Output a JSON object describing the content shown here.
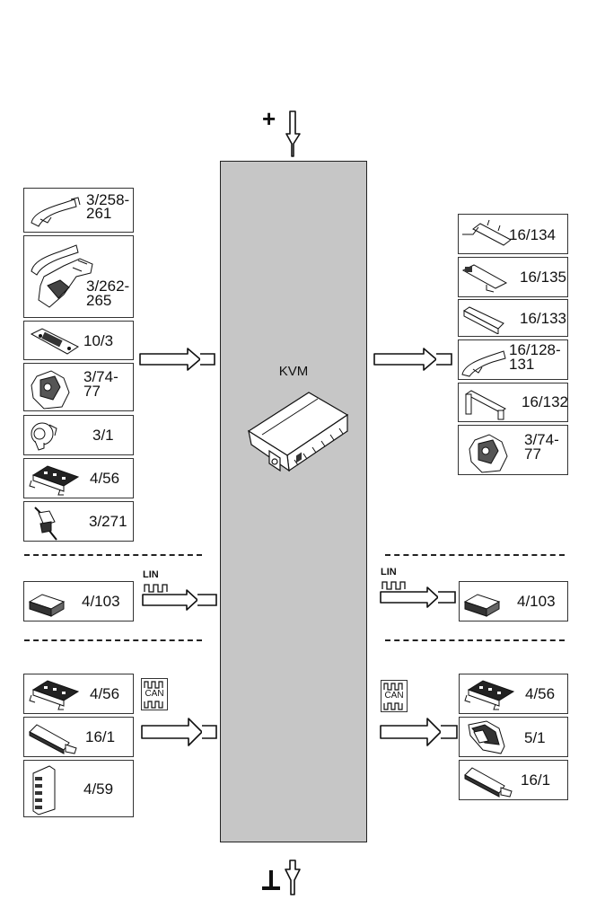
{
  "diagram": {
    "title": "KVM",
    "power": {
      "supply_symbol": "+",
      "ground_symbol": "⊥"
    },
    "left_inputs": {
      "discrete": [
        {
          "label_line1": "3/258-",
          "label_line2": "261",
          "icon": "door-handle-icon"
        },
        {
          "label_line1": "3/262-",
          "label_line2": "265",
          "icon": "door-handle-lock-icon"
        },
        {
          "label_line1": "10/3",
          "label_line2": "",
          "icon": "switch-panel-icon"
        },
        {
          "label_line1": "3/74-",
          "label_line2": "77",
          "icon": "door-lock-actuator-icon"
        },
        {
          "label_line1": "3/1",
          "label_line2": "",
          "icon": "ignition-switch-icon"
        },
        {
          "label_line1": "4/56",
          "label_line2": "",
          "icon": "control-unit-icon"
        },
        {
          "label_line1": "3/271",
          "label_line2": "",
          "icon": "switch-icon"
        }
      ],
      "lin": [
        {
          "label": "4/103",
          "icon": "lin-module-icon"
        }
      ],
      "can": [
        {
          "label": "4/56",
          "icon": "control-unit-icon"
        },
        {
          "label": "16/1",
          "icon": "antenna-icon"
        },
        {
          "label": "4/59",
          "icon": "fuse-box-icon"
        }
      ]
    },
    "right_outputs": {
      "discrete": [
        {
          "label_line1": "16/134",
          "label_line2": "",
          "icon": "antenna-bracket-icon"
        },
        {
          "label_line1": "16/135",
          "label_line2": "",
          "icon": "antenna-module-icon"
        },
        {
          "label_line1": "16/133",
          "label_line2": "",
          "icon": "bar-antenna-icon"
        },
        {
          "label_line1": "16/128-",
          "label_line2": "131",
          "icon": "door-handle-icon"
        },
        {
          "label_line1": "16/132",
          "label_line2": "",
          "icon": "bracket-antenna-icon"
        },
        {
          "label_line1": "3/74-",
          "label_line2": "77",
          "icon": "door-lock-actuator-icon"
        }
      ],
      "lin": [
        {
          "label": "4/103",
          "icon": "lin-module-icon"
        }
      ],
      "can": [
        {
          "label": "4/56",
          "icon": "control-unit-icon"
        },
        {
          "label": "5/1",
          "icon": "instrument-cluster-icon"
        },
        {
          "label": "16/1",
          "icon": "antenna-icon"
        }
      ]
    },
    "bus": {
      "lin_label": "LIN",
      "can_label": "CAN"
    },
    "colors": {
      "module_fill": "#c6c6c6",
      "line": "#222222"
    }
  }
}
